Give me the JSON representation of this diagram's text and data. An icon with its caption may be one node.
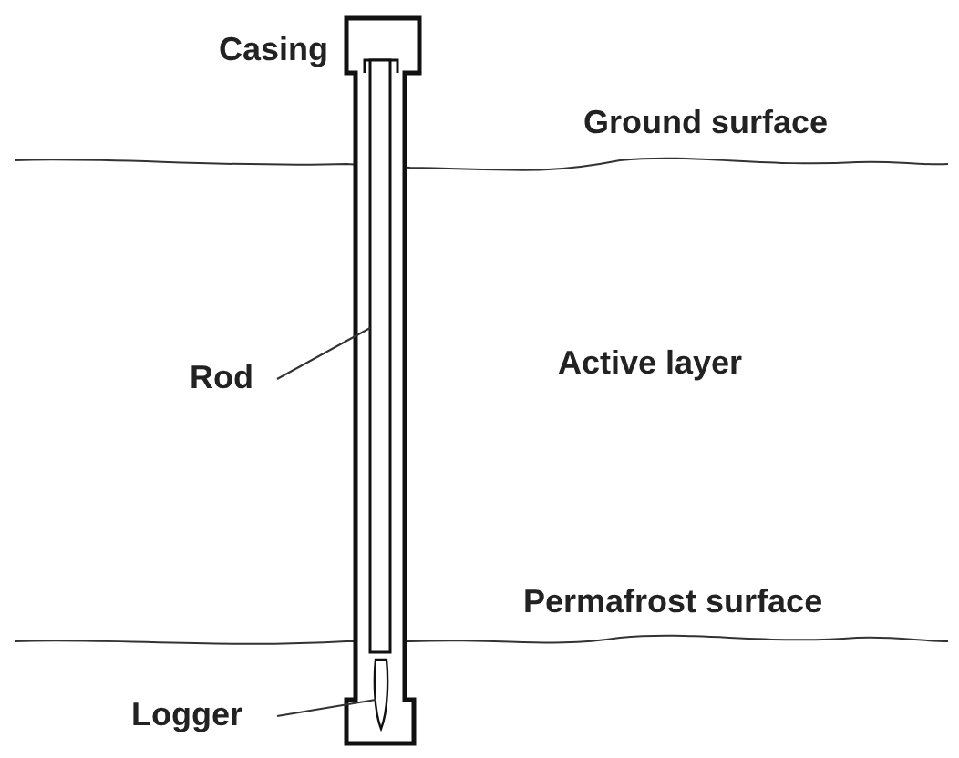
{
  "diagram": {
    "nodes": [
      {
        "text": [
          "Rod"
        ]
      },
      {
        "text": [],
        "shape": "bar"
      },
      {
        "text": [
          "Logger"
        ]
      },
      {
        "text": [],
        "shape": "cylinder"
      }
    ],
    "edges": [
      {
        "from": 0,
        "to": 1,
        "arrow": "none"
      },
      {
        "from": 2,
        "to": 3,
        "arrow": "none"
      }
    ],
    "labels": [
      "Casing",
      "Ground surface",
      "Active layer",
      "Permafrost surface"
    ]
  }
}
